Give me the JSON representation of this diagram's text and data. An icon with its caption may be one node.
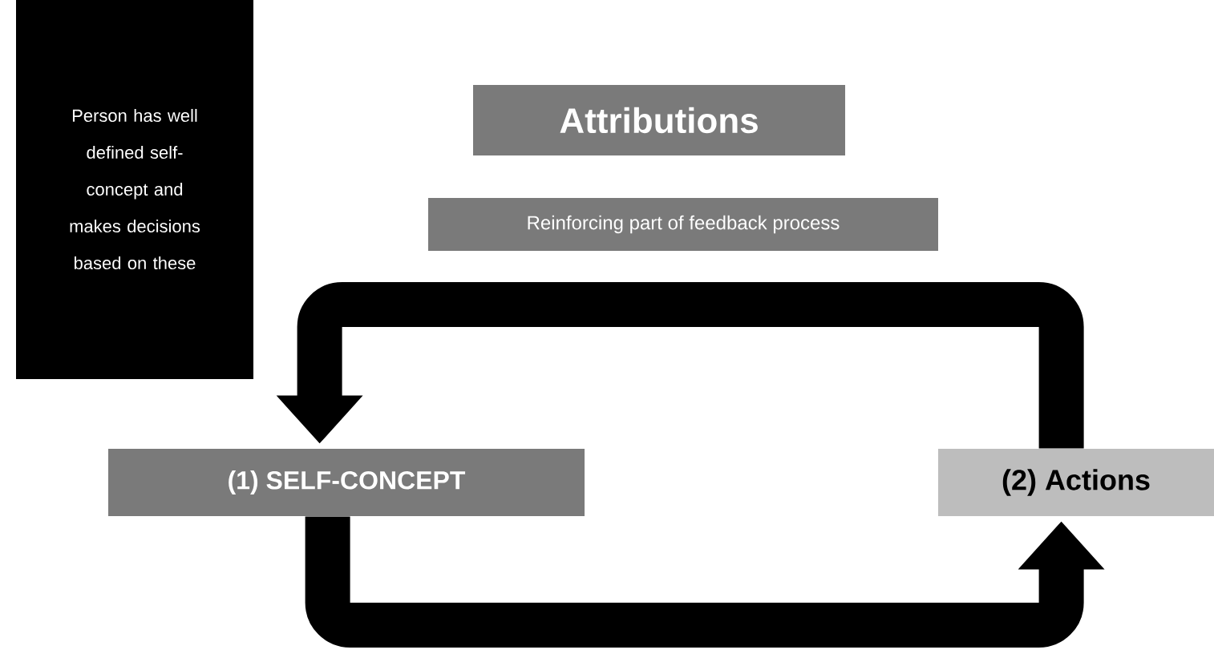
{
  "diagram": {
    "nodes": [
      {
        "text": [
          "Person has well defined self-concept and makes decisions based on these"
        ]
      },
      {
        "text": [
          "Attributions"
        ]
      },
      {
        "text": [
          "Reinforcing part of feedback process"
        ]
      },
      {
        "text": [
          "(1) SELF-CONCEPT"
        ]
      },
      {
        "text": [
          "(2) Actions"
        ]
      }
    ],
    "edges": [
      {
        "from": 4,
        "to": 3,
        "arrow": "to"
      },
      {
        "from": 3,
        "to": 4,
        "arrow": "to"
      }
    ]
  }
}
